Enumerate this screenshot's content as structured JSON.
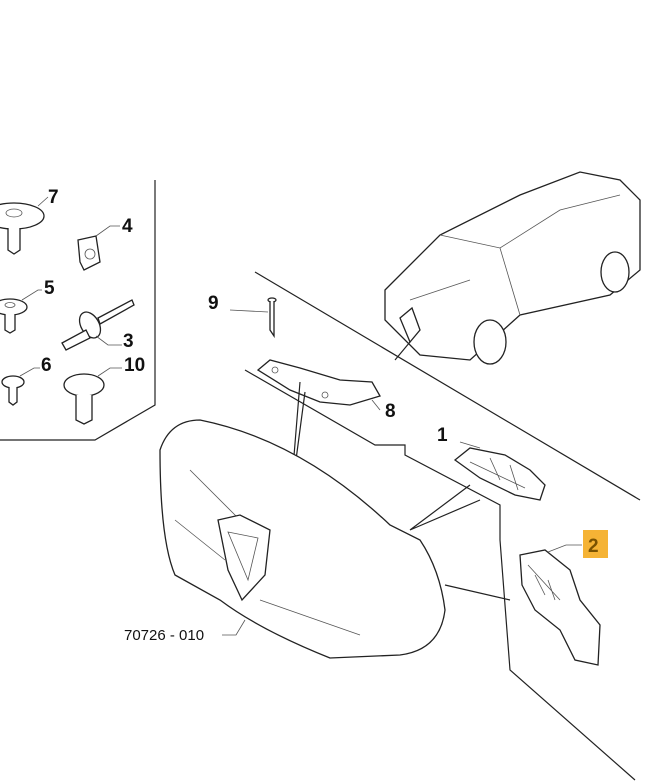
{
  "diagram": {
    "catalog_code": "70726 - 010",
    "highlight_color": "#F5B335",
    "callouts": [
      {
        "id": "7",
        "label": "7"
      },
      {
        "id": "4",
        "label": "4"
      },
      {
        "id": "5",
        "label": "5"
      },
      {
        "id": "3",
        "label": "3"
      },
      {
        "id": "6",
        "label": "6"
      },
      {
        "id": "10",
        "label": "10"
      },
      {
        "id": "9",
        "label": "9"
      },
      {
        "id": "8",
        "label": "8"
      },
      {
        "id": "1",
        "label": "1"
      },
      {
        "id": "2",
        "label": "2",
        "highlighted": true
      }
    ]
  }
}
